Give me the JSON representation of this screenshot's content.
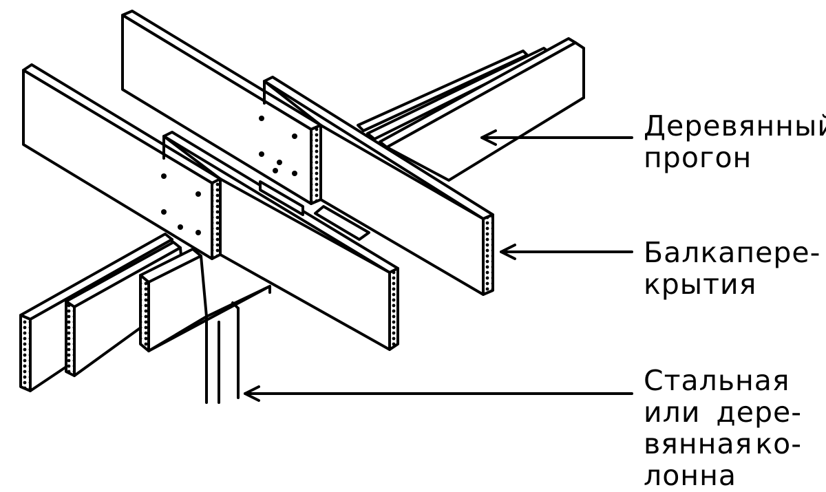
{
  "labels": {
    "purlin": {
      "line1": "Деревянный",
      "line2": "прогон"
    },
    "joist": {
      "line1a": "Балка",
      "line1b": "пере-",
      "line2": "крытия"
    },
    "column": {
      "line1": "Стальная",
      "line2a": "или",
      "line2b": "дере-",
      "line3a": "вянная",
      "line3b": "ко-",
      "line4": "лонна"
    }
  },
  "style": {
    "ink": "#000000",
    "paper": "#ffffff"
  }
}
